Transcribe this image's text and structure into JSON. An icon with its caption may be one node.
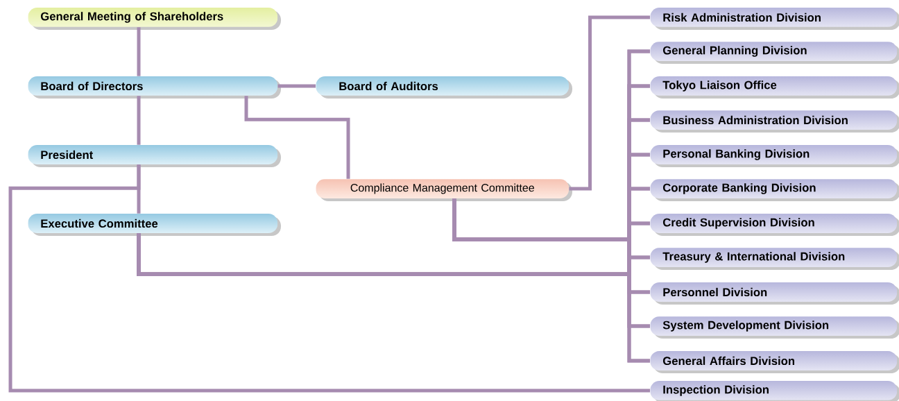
{
  "diagram": {
    "nodes": [
      {
        "text": [
          "General Meeting of Shareholders"
        ]
      },
      {
        "text": [
          "Board of Directors"
        ]
      },
      {
        "text": [
          "Board of Auditors"
        ]
      },
      {
        "text": [
          "President"
        ]
      },
      {
        "text": [
          "Compliance Management Committee"
        ]
      },
      {
        "text": [
          "Executive Committee"
        ]
      },
      {
        "text": [
          "Risk Administration Division"
        ]
      },
      {
        "text": [
          "General Planning Division"
        ]
      },
      {
        "text": [
          "Tokyo Liaison Office"
        ]
      },
      {
        "text": [
          "Business Administration Division"
        ]
      },
      {
        "text": [
          "Personal Banking Division"
        ]
      },
      {
        "text": [
          "Corporate Banking Division"
        ]
      },
      {
        "text": [
          "Credit Supervision Division"
        ]
      },
      {
        "text": [
          "Treasury & International Division"
        ]
      },
      {
        "text": [
          "Personnel Division"
        ]
      },
      {
        "text": [
          "System Development Division"
        ]
      },
      {
        "text": [
          "General Affairs Division"
        ]
      },
      {
        "text": [
          "Inspection Division"
        ]
      }
    ],
    "edges": [
      {
        "from": 0,
        "to": 1,
        "arrow": "none"
      },
      {
        "from": 1,
        "to": 2,
        "arrow": "none"
      },
      {
        "from": 1,
        "to": 4,
        "arrow": "none"
      },
      {
        "from": 1,
        "to": 3,
        "arrow": "none"
      },
      {
        "from": 3,
        "to": 5,
        "arrow": "none"
      },
      {
        "from": 3,
        "to": 17,
        "arrow": "none"
      },
      {
        "from": 4,
        "to": 6,
        "arrow": "none"
      },
      {
        "from": 4,
        "to": 7,
        "arrow": "none"
      },
      {
        "from": 4,
        "to": 8,
        "arrow": "none"
      },
      {
        "from": 4,
        "to": 9,
        "arrow": "none"
      },
      {
        "from": 4,
        "to": 10,
        "arrow": "none"
      },
      {
        "from": 4,
        "to": 11,
        "arrow": "none"
      },
      {
        "from": 4,
        "to": 12,
        "arrow": "none"
      },
      {
        "from": 4,
        "to": 13,
        "arrow": "none"
      },
      {
        "from": 4,
        "to": 14,
        "arrow": "none"
      },
      {
        "from": 4,
        "to": 15,
        "arrow": "none"
      },
      {
        "from": 4,
        "to": 16,
        "arrow": "none"
      },
      {
        "from": 5,
        "to": 7,
        "arrow": "none"
      },
      {
        "from": 5,
        "to": 8,
        "arrow": "none"
      },
      {
        "from": 5,
        "to": 9,
        "arrow": "none"
      },
      {
        "from": 5,
        "to": 10,
        "arrow": "none"
      },
      {
        "from": 5,
        "to": 11,
        "arrow": "none"
      },
      {
        "from": 5,
        "to": 12,
        "arrow": "none"
      },
      {
        "from": 5,
        "to": 13,
        "arrow": "none"
      },
      {
        "from": 5,
        "to": 14,
        "arrow": "none"
      },
      {
        "from": 5,
        "to": 15,
        "arrow": "none"
      },
      {
        "from": 5,
        "to": 16,
        "arrow": "none"
      }
    ]
  }
}
